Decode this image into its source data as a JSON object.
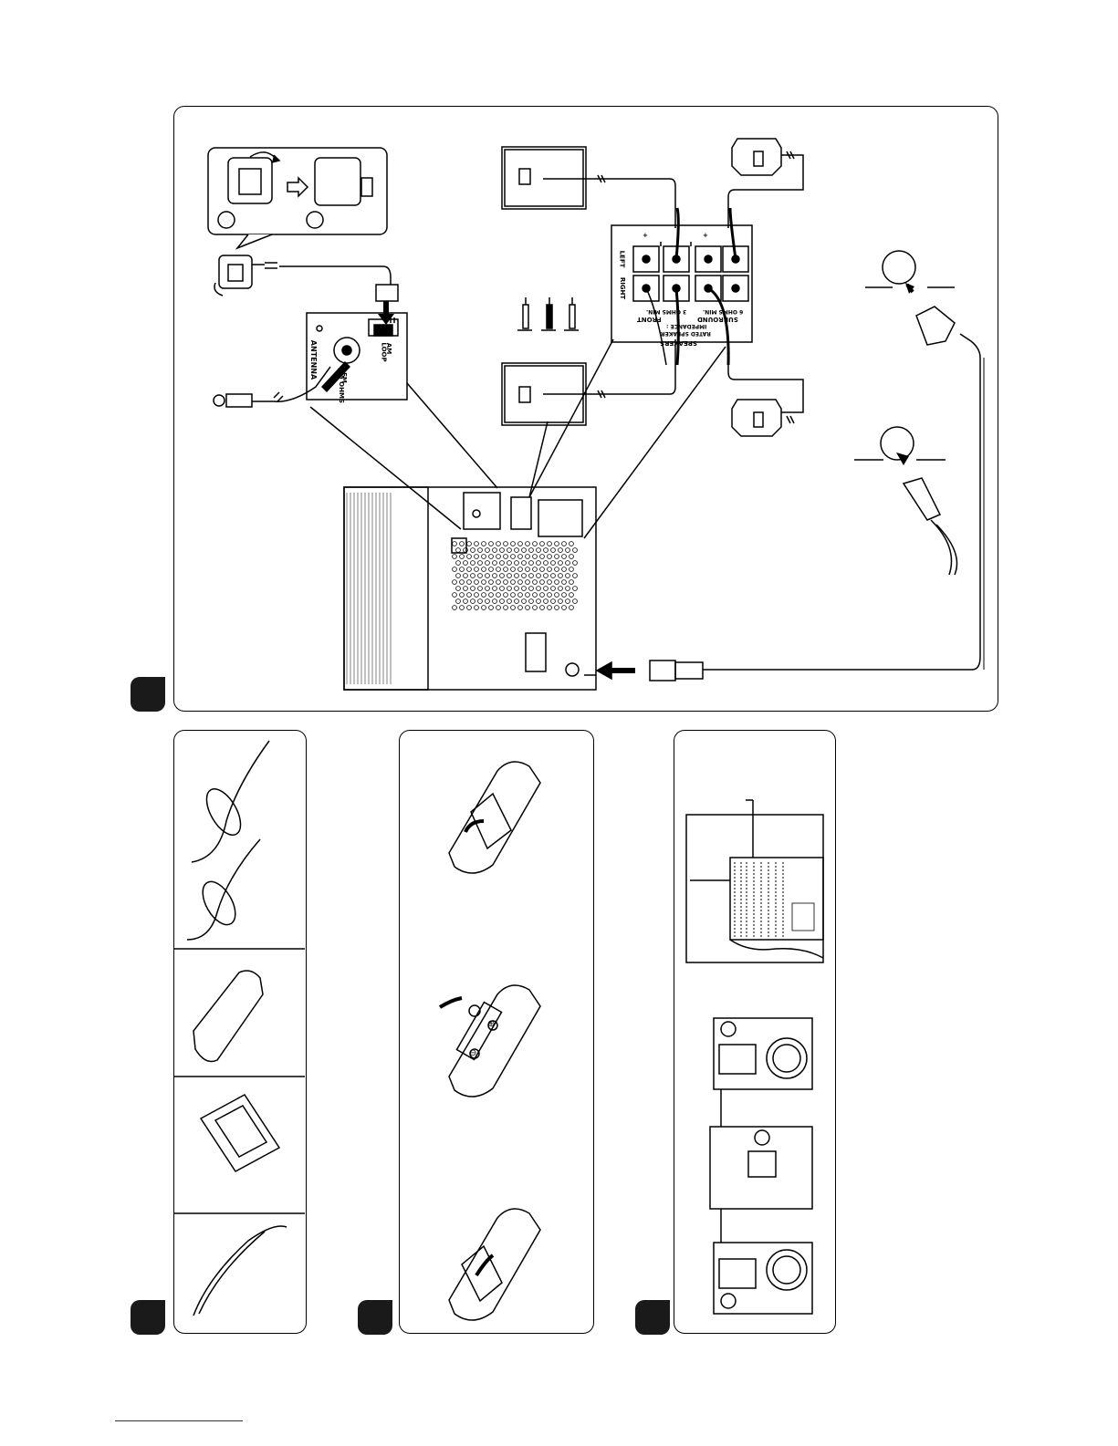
{
  "antenna": {
    "label": "ANTENNA",
    "fm": "FM",
    "fm_ohms": "75 OHMS",
    "am": "AM",
    "loop": "LOOP"
  },
  "speakers": {
    "title": "SPEAKERS",
    "left": "LEFT",
    "right": "RIGHT",
    "plus": "+",
    "minus": "–",
    "front": "FRONT",
    "surround": "SURROUND",
    "rated_line1": "RATED SPEAKER",
    "rated_line2": "IMPEDANCE :",
    "rated_line3": "6 OHMS MIN.",
    "rated_line4": "3 OHMS MIN."
  },
  "battery": {
    "plus": "⊕",
    "minus": "⊖"
  },
  "icons": [
    "arrow-right-icon",
    "arrow-left-icon",
    "plug-icon",
    "remote-control-icon",
    "am-loop-antenna-icon",
    "fm-antenna-icon",
    "power-cord-icon",
    "speaker-icon",
    "unit-rear-panel-icon"
  ]
}
